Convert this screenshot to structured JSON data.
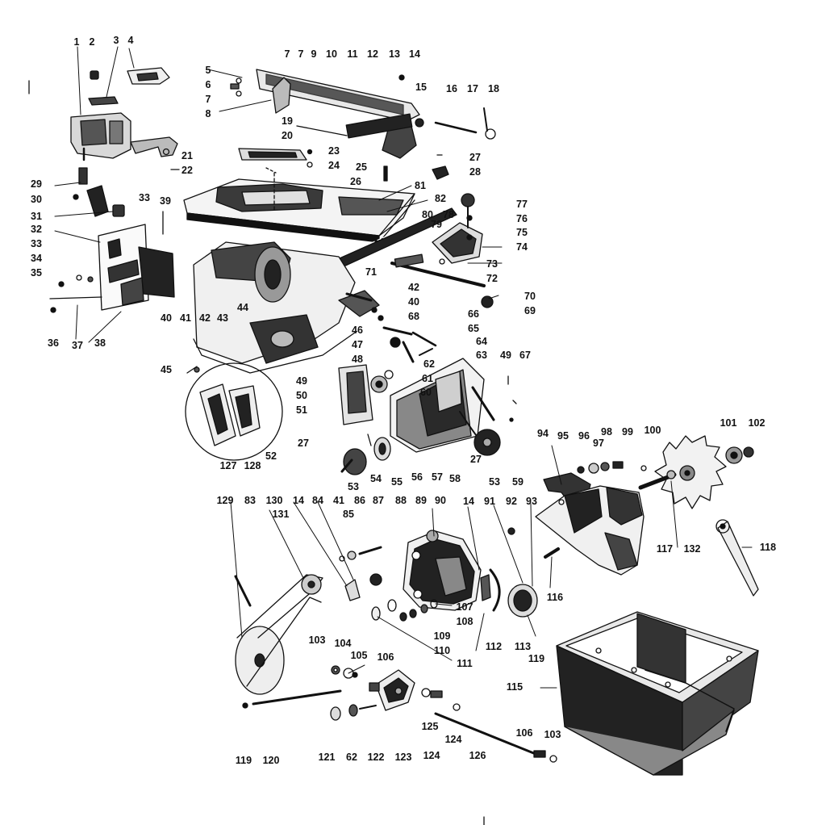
{
  "colors": {
    "ink": "#111111",
    "paper": "#ffffff",
    "fill_dark": "#2b2b2b",
    "fill_mid": "#8a8a8a"
  },
  "labels": {
    "l1": "1",
    "l2": "2",
    "l3": "3",
    "l4": "4",
    "l5": "5",
    "l6": "6",
    "l7": "7",
    "l7b": "7",
    "l7c": "7",
    "l8": "8",
    "l9": "9",
    "l10": "10",
    "l11": "11",
    "l12": "12",
    "l13": "13",
    "l14": "14",
    "l15": "15",
    "l16": "16",
    "l17": "17",
    "l18": "18",
    "l19": "19",
    "l20": "20",
    "l21": "21",
    "l22": "22",
    "l23": "23",
    "l24": "24",
    "l25": "25",
    "l26": "26",
    "l27": "27",
    "l28": "28",
    "l29": "29",
    "l30": "30",
    "l31": "31",
    "l32": "32",
    "l33": "33",
    "l33b": "33",
    "l34": "34",
    "l35": "35",
    "l36": "36",
    "l37": "37",
    "l38": "38",
    "l39": "39",
    "l40": "40",
    "l41": "41",
    "l42": "42",
    "l43": "43",
    "l44": "44",
    "l71": "71",
    "l42b": "42",
    "l40b": "40",
    "l68": "68",
    "l66": "66",
    "l65": "65",
    "l64": "64",
    "l63": "63",
    "l49": "49",
    "l67": "67",
    "l46": "46",
    "l47": "47",
    "l48": "48",
    "l62": "62",
    "l61": "61",
    "l60": "60",
    "l49b": "49",
    "l50": "50",
    "l51": "51",
    "l45": "45",
    "l52": "52",
    "l27b": "27",
    "l53": "53",
    "l54": "54",
    "l55": "55",
    "l56": "56",
    "l57": "57",
    "l58": "58",
    "l27c": "27",
    "l53b": "53",
    "l59": "59",
    "l127": "127",
    "l128": "128",
    "l77": "77",
    "l76": "76",
    "l75": "75",
    "l74": "74",
    "l81": "81",
    "l82": "82",
    "l80": "80",
    "l79": "79",
    "l78": "78",
    "l73": "73",
    "l72": "72",
    "l70": "70",
    "l69": "69",
    "l94": "94",
    "l95": "95",
    "l96": "96",
    "l97": "97",
    "l98": "98",
    "l99": "99",
    "l100": "100",
    "l101": "101",
    "l102": "102",
    "l117": "117",
    "l132": "132",
    "l118": "118",
    "l129": "129",
    "l83": "83",
    "l130": "130",
    "l131": "131",
    "l14b": "14",
    "l84": "84",
    "l41b": "41",
    "l85": "85",
    "l86": "86",
    "l87": "87",
    "l88": "88",
    "l89": "89",
    "l90": "90",
    "l14c": "14",
    "l91": "91",
    "l92": "92",
    "l93": "93",
    "l116": "116",
    "l107": "107",
    "l108": "108",
    "l109": "109",
    "l110": "110",
    "l111": "111",
    "l112": "112",
    "l113": "113",
    "l119": "119",
    "l115": "115",
    "l103": "103",
    "l104": "104",
    "l105": "105",
    "l106": "106",
    "l119b": "119",
    "l120": "120",
    "l121": "121",
    "l62b": "62",
    "l122": "122",
    "l123": "123",
    "l124": "124",
    "l125": "125",
    "l124b": "124",
    "l126": "126",
    "l106b": "106",
    "l103b": "103"
  }
}
